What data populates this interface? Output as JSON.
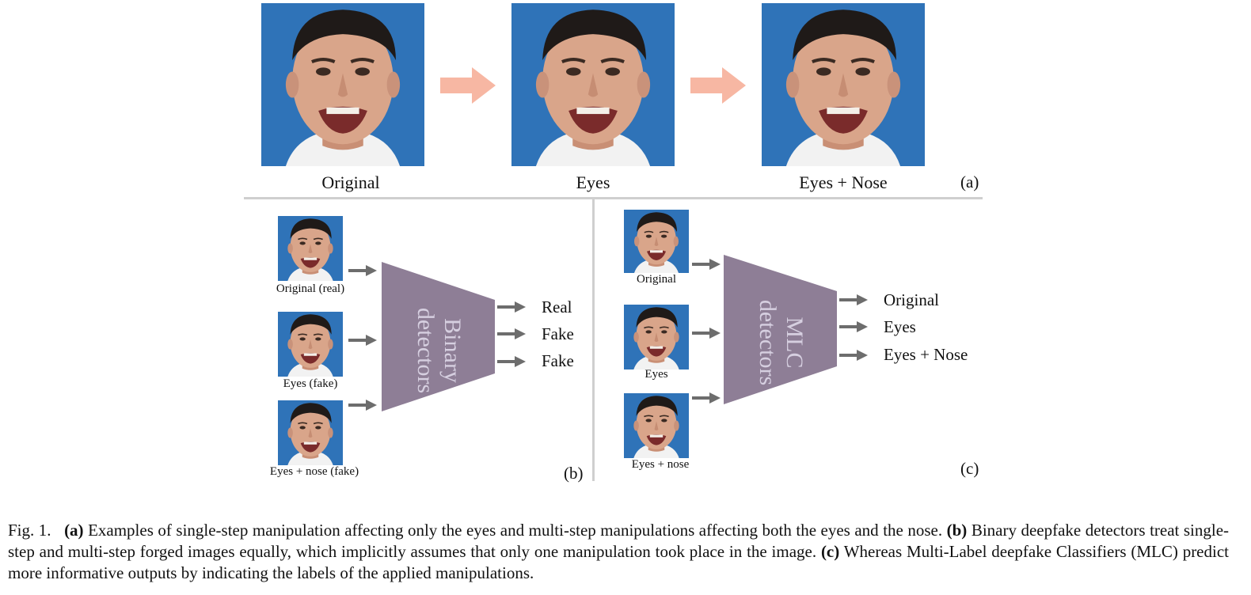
{
  "panel_a": {
    "labels": [
      "Original",
      "Eyes",
      "Eyes + Nose"
    ],
    "tag": "(a)"
  },
  "panel_b": {
    "inputs": [
      "Original (real)",
      "Eyes (fake)",
      "Eyes + nose (fake)"
    ],
    "detector": "Binary detectors",
    "outputs": [
      "Real",
      "Fake",
      "Fake"
    ],
    "tag": "(b)"
  },
  "panel_c": {
    "inputs": [
      "Original",
      "Eyes",
      "Eyes + nose"
    ],
    "detector": "MLC detectors",
    "outputs": [
      "Original",
      "Eyes",
      "Eyes + Nose"
    ],
    "tag": "(c)"
  },
  "caption": {
    "prefix": "Fig. 1.",
    "a_tag": "(a)",
    "a_text": "Examples of single-step manipulation affecting only the eyes and multi-step manipulations affecting both the eyes and the nose.",
    "b_tag": "(b)",
    "b_text": "Binary deepfake detectors treat single-step and multi-step forged images equally, which implicitly assumes that only one manipulation took place in the image.",
    "c_tag": "(c)",
    "c_text": "Whereas Multi-Label deepfake Classifiers (MLC) predict more informative outputs by indicating the labels of the applied manipulations."
  },
  "colors": {
    "background_blue": "#2f73b8",
    "skin": "#d9a58a",
    "arrow_pink": "#f7b7a3",
    "detector_purple": "#8e7e96",
    "arrow_gray": "#6d6d6d",
    "separator": "#cfcfcf"
  }
}
